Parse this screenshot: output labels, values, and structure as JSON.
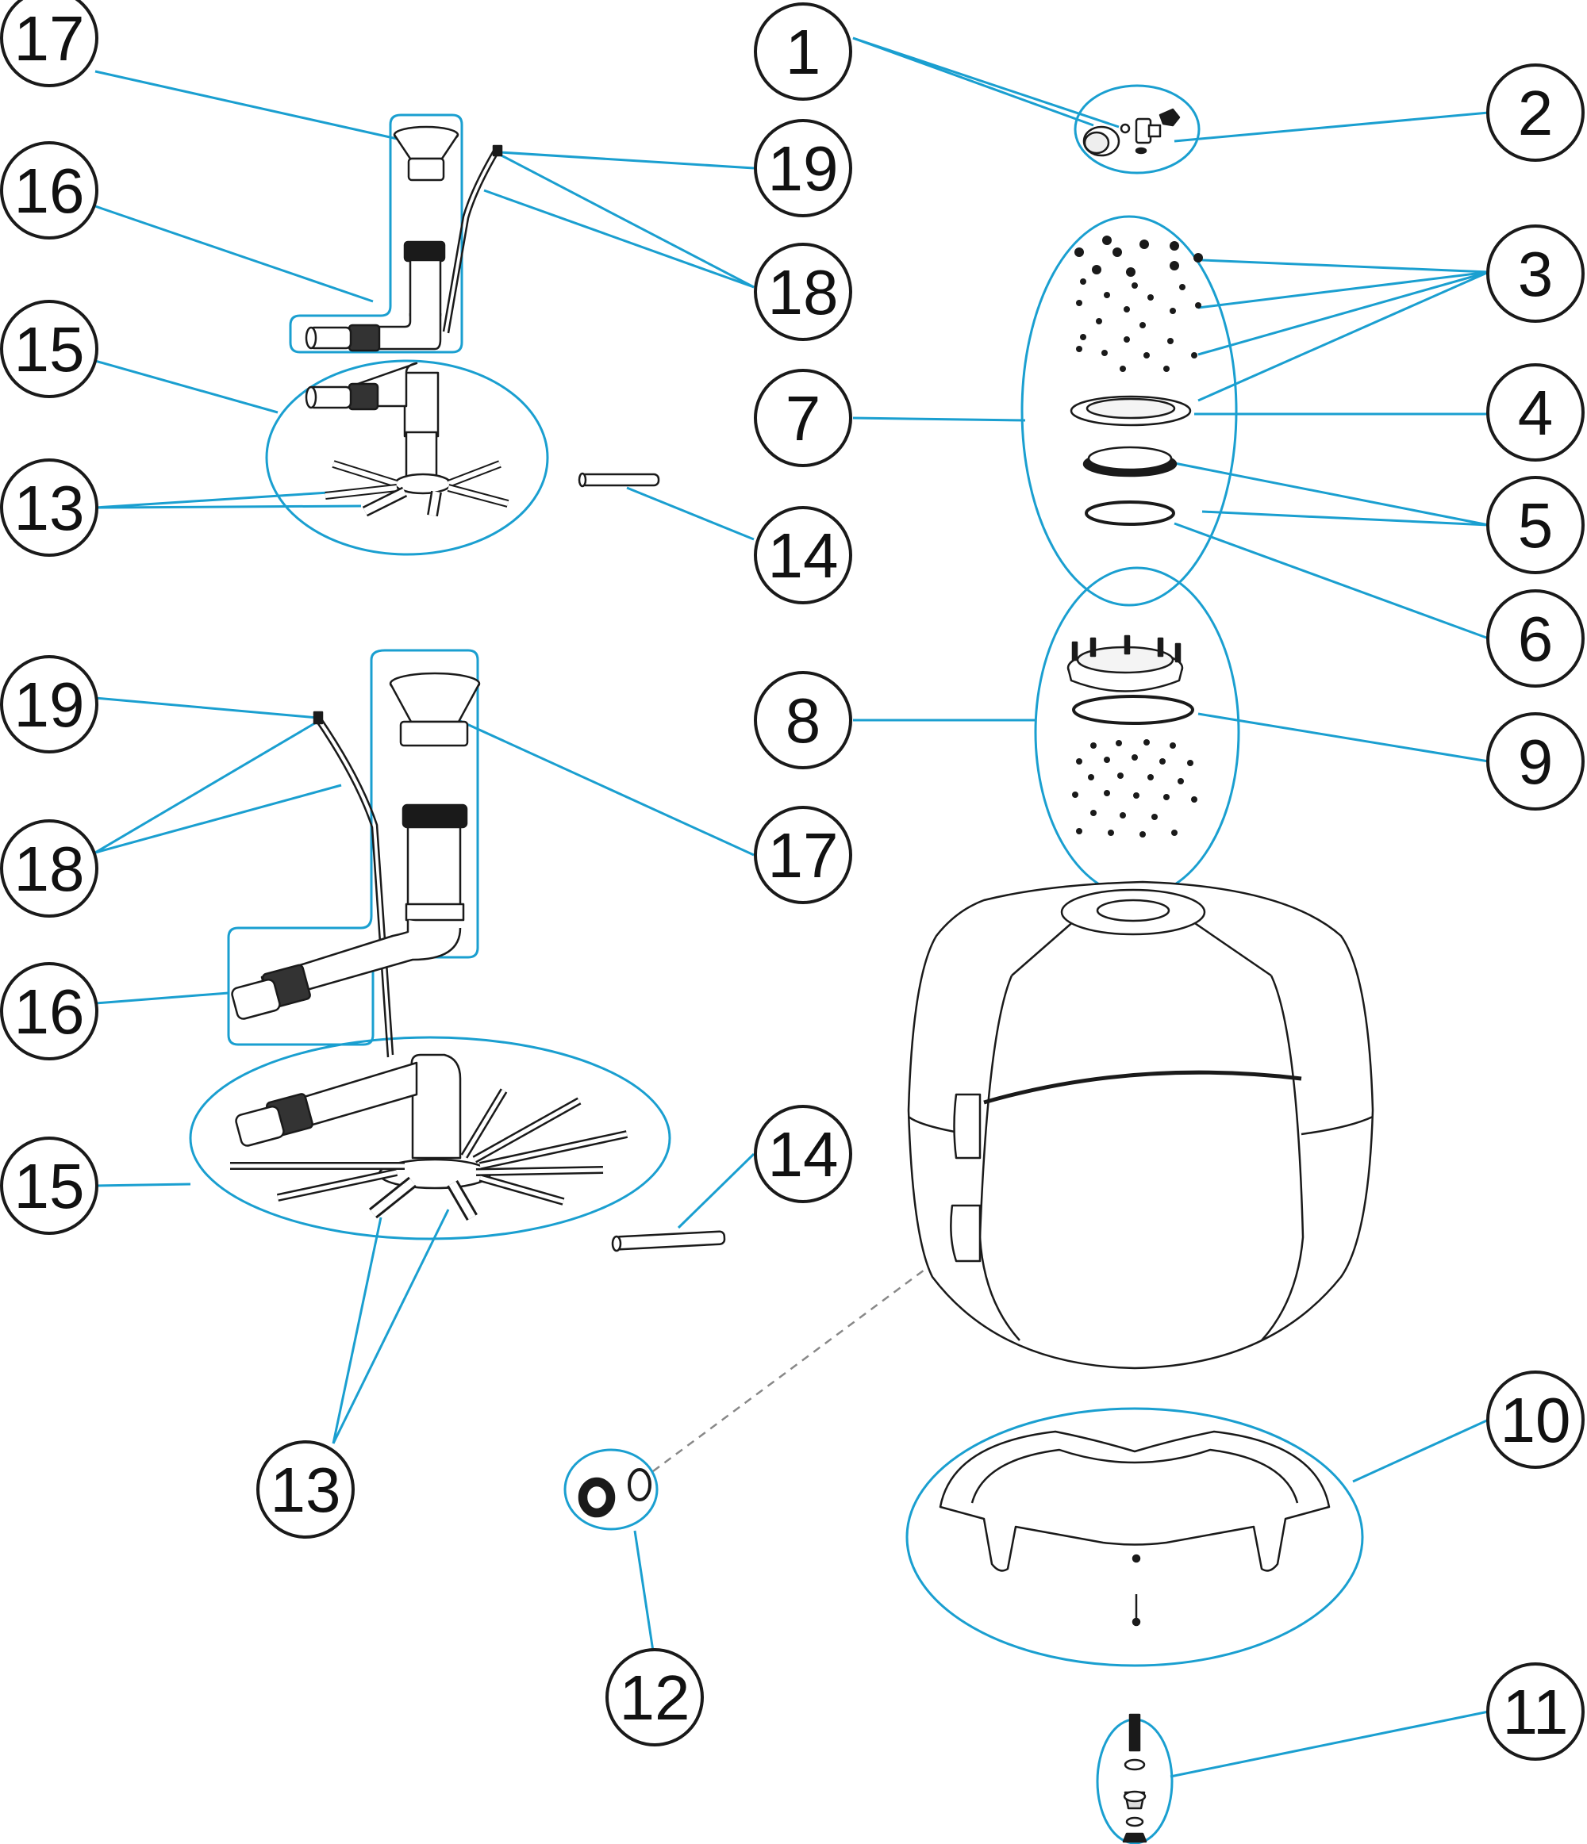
{
  "callouts": [
    {
      "id": "c17a",
      "label": "17"
    },
    {
      "id": "c16a",
      "label": "16"
    },
    {
      "id": "c15a",
      "label": "15"
    },
    {
      "id": "c13a",
      "label": "13"
    },
    {
      "id": "c19a",
      "label": "19"
    },
    {
      "id": "c18a",
      "label": "18"
    },
    {
      "id": "c14a",
      "label": "14"
    },
    {
      "id": "c19b",
      "label": "19"
    },
    {
      "id": "c18b",
      "label": "18"
    },
    {
      "id": "c17b",
      "label": "17"
    },
    {
      "id": "c16b",
      "label": "16"
    },
    {
      "id": "c15b",
      "label": "15"
    },
    {
      "id": "c14b",
      "label": "14"
    },
    {
      "id": "c13b",
      "label": "13"
    },
    {
      "id": "c12",
      "label": "12"
    },
    {
      "id": "c1",
      "label": "1"
    },
    {
      "id": "c2",
      "label": "2"
    },
    {
      "id": "c3",
      "label": "3"
    },
    {
      "id": "c7",
      "label": "7"
    },
    {
      "id": "c4",
      "label": "4"
    },
    {
      "id": "c5",
      "label": "5"
    },
    {
      "id": "c6",
      "label": "6"
    },
    {
      "id": "c8",
      "label": "8"
    },
    {
      "id": "c9",
      "label": "9"
    },
    {
      "id": "c10",
      "label": "10"
    },
    {
      "id": "c11",
      "label": "11"
    }
  ],
  "colors": {
    "leader": "#1a9fd0",
    "outline": "#1a1a1a",
    "callout_fill": "#ffffff",
    "dashed": "#888888"
  }
}
